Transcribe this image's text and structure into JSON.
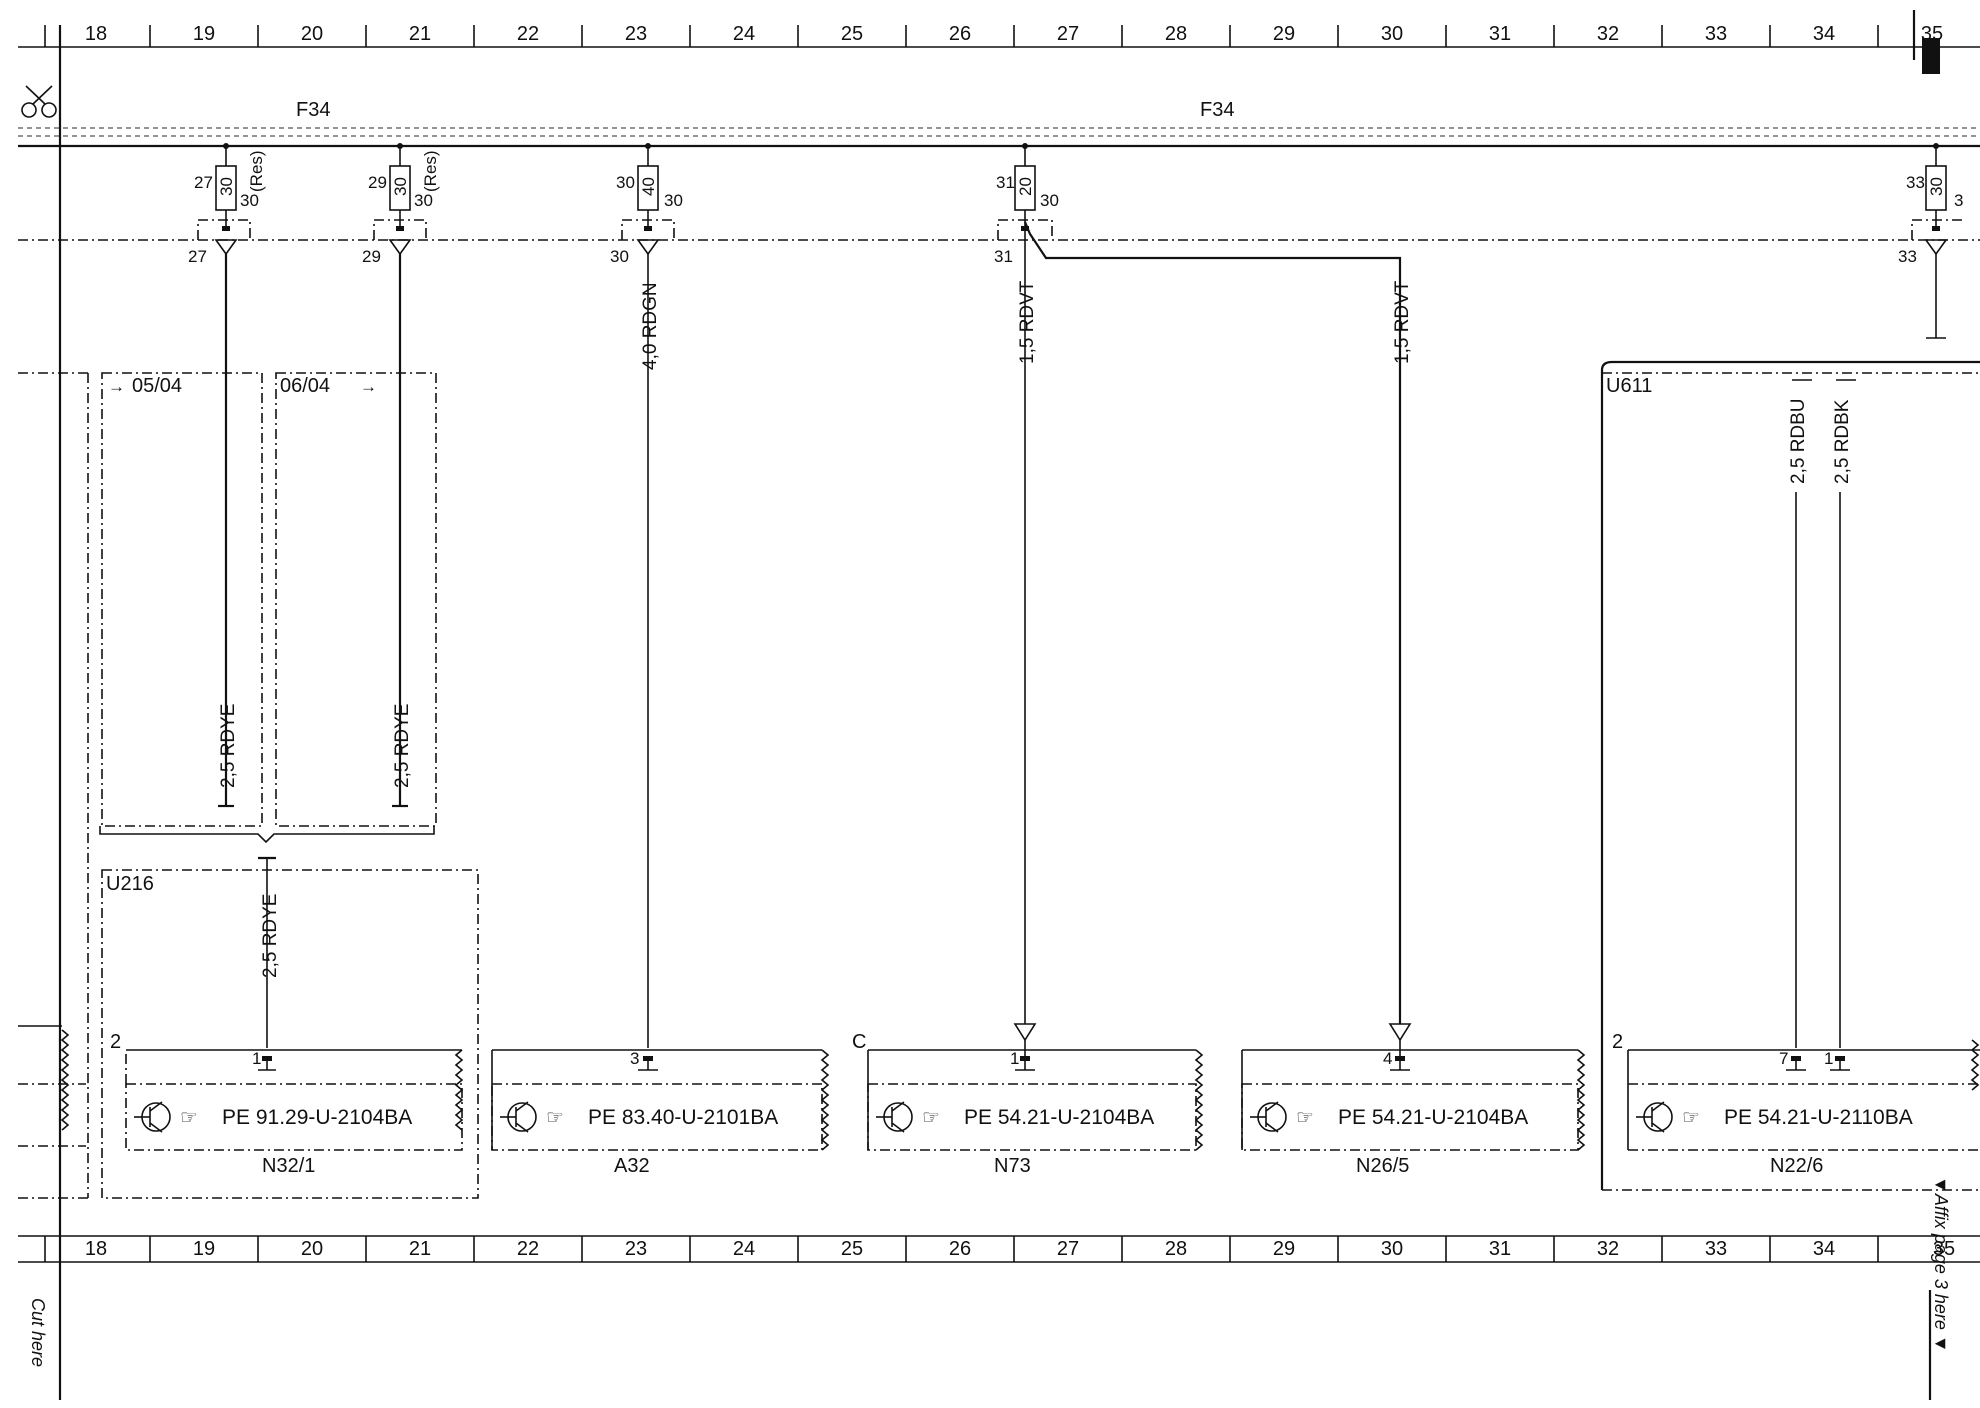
{
  "columns": [
    "18",
    "19",
    "20",
    "21",
    "22",
    "23",
    "24",
    "25",
    "26",
    "27",
    "28",
    "29",
    "30",
    "31",
    "32",
    "33",
    "34"
  ],
  "edge_column": "35",
  "fuse_block_labels": [
    "F34",
    "F34"
  ],
  "fuses": [
    {
      "id": "f27",
      "number": "27",
      "rating": "30",
      "pin": "30",
      "reserve": "(Res)",
      "splice": "27"
    },
    {
      "id": "f29",
      "number": "29",
      "rating": "30",
      "pin": "30",
      "reserve": "(Res)",
      "splice": "29"
    },
    {
      "id": "f30",
      "number": "30",
      "rating": "40",
      "pin": "30",
      "reserve": "",
      "splice": "30"
    },
    {
      "id": "f31",
      "number": "31",
      "rating": "20",
      "pin": "30",
      "reserve": "",
      "splice": "31"
    },
    {
      "id": "f33",
      "number": "33",
      "rating": "30",
      "pin": "3",
      "reserve": "",
      "splice": "33"
    }
  ],
  "wires": [
    {
      "id": "w27",
      "label": "2,5 RDYE"
    },
    {
      "id": "w29",
      "label": "2,5 RDYE"
    },
    {
      "id": "w30",
      "label": "4,0 RDGN"
    },
    {
      "id": "w31a",
      "label": "1,5 RDVT"
    },
    {
      "id": "w31b",
      "label": "1,5 RDVT"
    },
    {
      "id": "wU216",
      "label": "2,5 RDYE"
    },
    {
      "id": "wU611a",
      "label": "2,5 RDBU"
    },
    {
      "id": "wU611b",
      "label": "2,5 RDBK"
    }
  ],
  "date_ranges": [
    {
      "id": "d1",
      "arrow": "→",
      "label": "05/04"
    },
    {
      "id": "d2",
      "arrow": "→",
      "label": "06/04"
    }
  ],
  "units": [
    "U216",
    "U611"
  ],
  "components": [
    {
      "id": "N32/1",
      "connector": "2",
      "pin": "1",
      "ref": "PE 91.29-U-2104BA"
    },
    {
      "id": "A32",
      "connector": "",
      "pin": "3",
      "ref": "PE 83.40-U-2101BA"
    },
    {
      "id": "N73",
      "connector": "C",
      "pin": "1",
      "ref": "PE 54.21-U-2104BA"
    },
    {
      "id": "N26/5",
      "connector": "",
      "pin": "4",
      "ref": "PE 54.21-U-2104BA"
    },
    {
      "id": "N22/6",
      "connector": "2",
      "pin": "7",
      "pin2": "1",
      "ref": "PE 54.21-U-2110BA"
    }
  ],
  "margin_text": {
    "cut_here": "Cut here",
    "affix": "▼Affix page 3 here ▼"
  },
  "icons": [
    "scissors-icon",
    "transistor-icon",
    "pointing-hand-icon"
  ]
}
